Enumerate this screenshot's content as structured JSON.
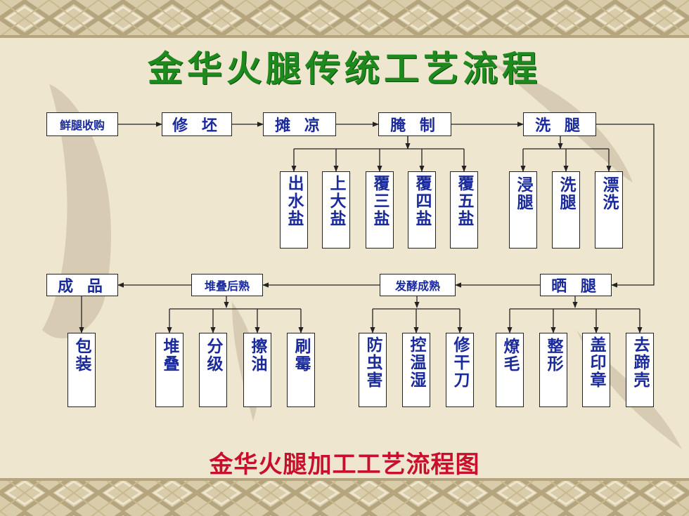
{
  "title": "金华火腿传统工艺流程",
  "caption": "金华火腿加工工艺流程图",
  "steps": {
    "fresh_leg_purchase": "鲜腿收购",
    "trim_blank": "修 坯",
    "spread_cool": "摊 凉",
    "curing": "腌 制",
    "wash_leg": "洗 腿",
    "sun_dry": "晒 腿",
    "ferment_mature": "发酵成熟",
    "stack_post_mature": "堆叠后熟",
    "finished_product": "成 品"
  },
  "curing_substeps": [
    "出水盐",
    "上大盐",
    "覆三盐",
    "覆四盐",
    "覆五盐"
  ],
  "washing_substeps": [
    "浸腿",
    "洗腿",
    "漂洗"
  ],
  "sun_dry_substeps": [
    "燎毛",
    "整形",
    "盖印章",
    "去蹄壳"
  ],
  "ferment_substeps": [
    "防虫害",
    "控温湿",
    "修干刀"
  ],
  "stack_substeps": [
    "堆叠",
    "分级",
    "擦油",
    "刷霉"
  ],
  "product_substeps": [
    "包装"
  ]
}
